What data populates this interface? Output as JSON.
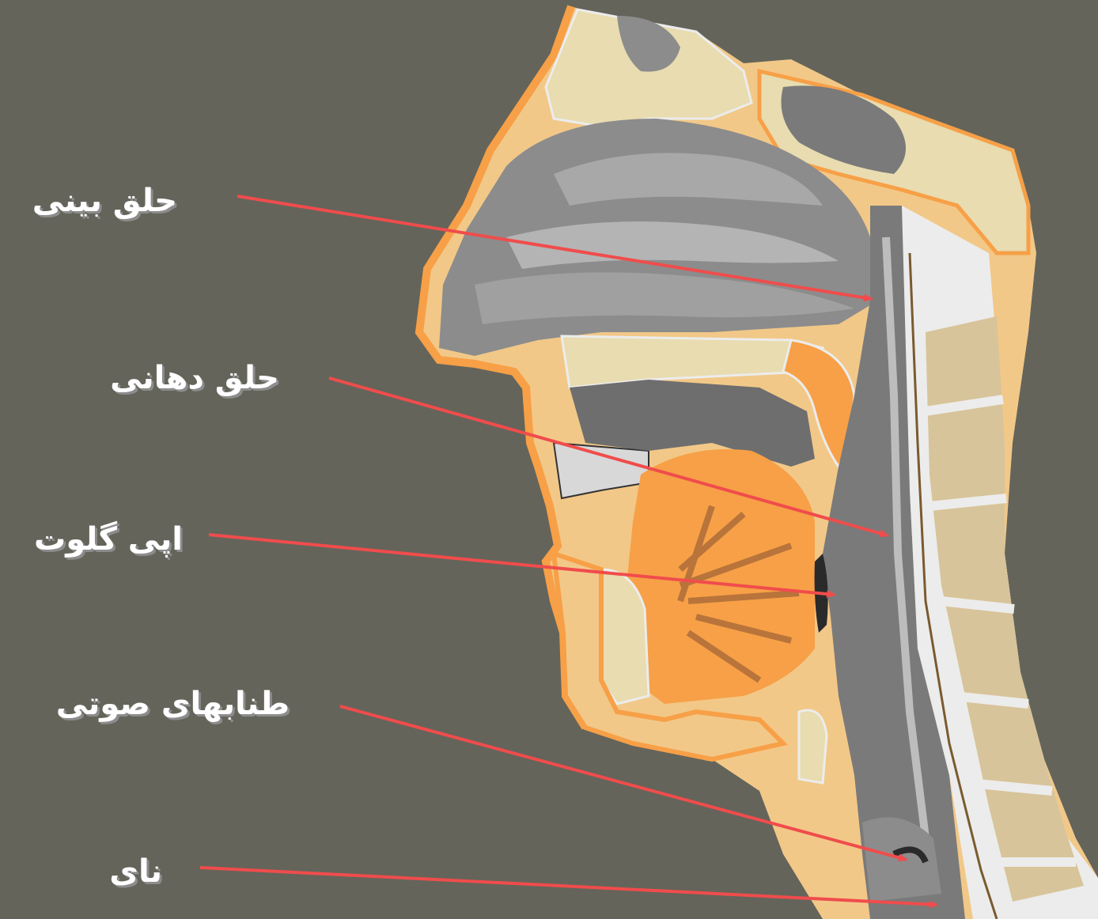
{
  "labels": {
    "nasopharynx": "حلق بینی",
    "oropharynx": "حلق دهانی",
    "epiglottis": "اپی گلوت",
    "vocal_cords": "طنابهای صوتی",
    "trachea": "نای"
  },
  "colors": {
    "background": "#64645a",
    "pointer": "#f04c4c",
    "bone": "#e8dcb0",
    "soft_tissue": "#f2c888",
    "muscle": "#f7a047",
    "airway_gray": "#8c8c8c",
    "outline_white": "#ececec"
  }
}
